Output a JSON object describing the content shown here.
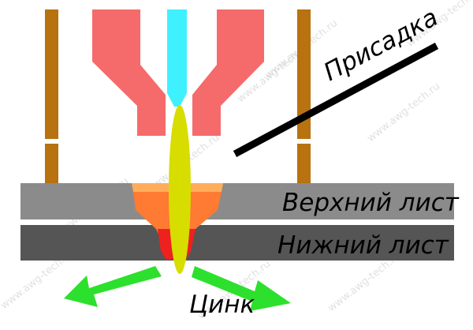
{
  "labels": {
    "filler": "Присадка",
    "upper_sheet": "Верхний лист",
    "lower_sheet": "Нижний лист",
    "zinc": "Цинк"
  },
  "watermark": "www.awg-tech.ru",
  "colors": {
    "brown_posts": "#b8720f",
    "nozzle": "#f56b6b",
    "electrode": "#3ff0ff",
    "arc": "#d8dd00",
    "filler_rod": "#000000",
    "upper_sheet": "#8b8b8b",
    "lower_sheet": "#555555",
    "zinc_arrows": "#2de02d",
    "melt_light": "#ffad5a",
    "melt_mid": "#ff7a32",
    "melt_dark": "#ee2020"
  }
}
